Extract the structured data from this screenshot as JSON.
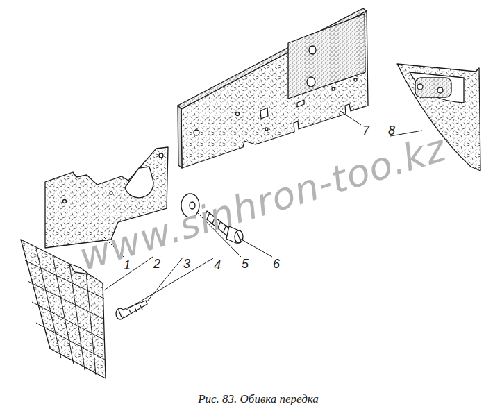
{
  "diagram": {
    "caption": "Рис. 83. Обивка передка",
    "labels": [
      "1",
      "2",
      "3",
      "4",
      "5",
      "6",
      "7",
      "8",
      "www.sinhron-too.kz"
    ]
  }
}
